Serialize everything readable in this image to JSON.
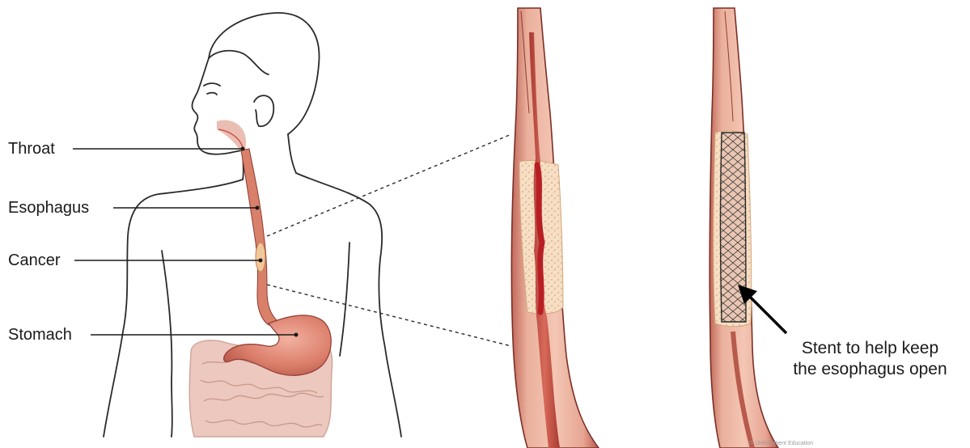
{
  "labels": {
    "throat": "Throat",
    "esophagus": "Esophagus",
    "cancer": "Cancer",
    "stomach": "Stomach"
  },
  "stent_caption": {
    "line1": "Stent to help keep",
    "line2": "the esophagus open"
  },
  "copyright": "© UHN Patient Education",
  "colors": {
    "outline": "#2a2a2a",
    "esophagus_outer": "#e3a08a",
    "esophagus_inner": "#c9574a",
    "tumor": "#f4dcc0",
    "narrow_lumen": "#b81f24",
    "stomach": "#dd8372",
    "intestine": "#e9c5bb"
  }
}
